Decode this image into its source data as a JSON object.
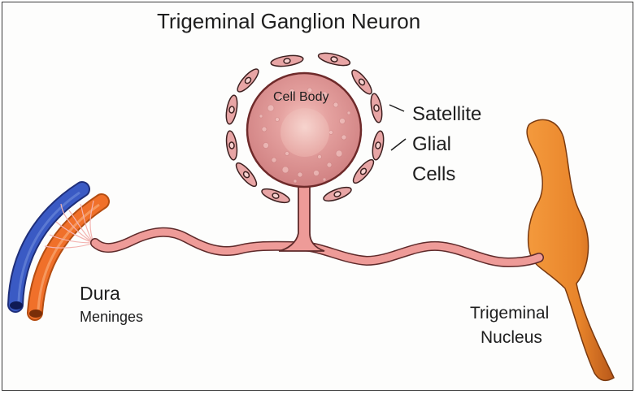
{
  "title": "Trigeminal Ganglion Neuron",
  "labels": {
    "cell_body": "Cell Body",
    "satellite_glial": [
      "Satellite",
      "Glial",
      "Cells"
    ],
    "dura_meninges": [
      "Dura",
      "Meninges"
    ],
    "trigeminal_nucleus": [
      "Trigeminal",
      "Nucleus"
    ]
  },
  "colors": {
    "neuron_fill": "#eb9393",
    "neuron_stroke": "#6e2a2a",
    "cell_body": "#d98d8d",
    "glial": "#e5a6a6",
    "artery": "#ef6b25",
    "vein": "#3452b5",
    "nucleus": "#ec8a2c"
  }
}
